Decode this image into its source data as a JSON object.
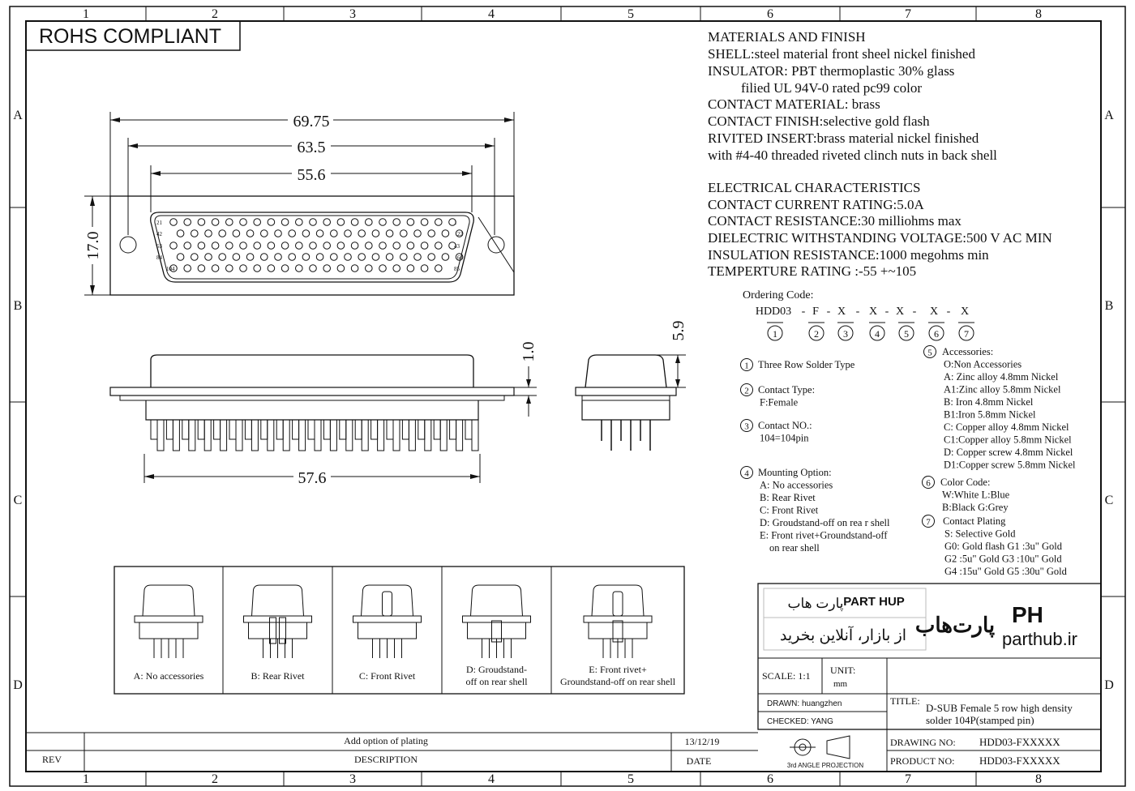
{
  "border": {
    "col_numbers": [
      "1",
      "2",
      "3",
      "4",
      "5",
      "6",
      "7",
      "8"
    ],
    "row_letters": [
      "A",
      "B",
      "C",
      "D"
    ]
  },
  "rohs": "ROHS COMPLIANT",
  "dimensions": {
    "w1": "69.75",
    "w2": "63.5",
    "w3": "55.6",
    "h": "17.0",
    "bottom": "57.6",
    "side1": "1.0",
    "side2": "5.9"
  },
  "pin_labels": [
    "21",
    "42",
    "63",
    "84",
    "104",
    "1",
    "22",
    "43",
    "64",
    "85"
  ],
  "materials": {
    "lines": [
      "MATERIALS AND FINISH",
      "SHELL:steel material front sheel nickel finished",
      "INSULATOR: PBT thermoplastic 30% glass",
      "filied UL 94V-0 rated pc99 color",
      "CONTACT MATERIAL: brass",
      "CONTACT FINISH:selective gold flash",
      "RIVITED INSERT:brass material nickel finished",
      "with #4-40 threaded riveted clinch nuts in back shell"
    ]
  },
  "electrical": {
    "lines": [
      "ELECTRICAL CHARACTERISTICS",
      "CONTACT CURRENT RATING:5.0A",
      "CONTACT RESISTANCE:30 milliohms max",
      "DIELECTRIC WITHSTANDING VOLTAGE:500 V AC MIN",
      "INSULATION RESISTANCE:1000 megohms min",
      "TEMPERTURE RATING :-55      +~105"
    ]
  },
  "ordering": {
    "title": "Ordering Code:",
    "code_parts": [
      "HDD03",
      "-",
      "F",
      "-",
      "X",
      "-",
      "X",
      "-",
      "X",
      "-",
      "X",
      "-",
      "X"
    ],
    "numbers": [
      "1",
      "2",
      "3",
      "4",
      "5",
      "6",
      "7"
    ]
  },
  "options": {
    "o1": {
      "num": "1",
      "lines": [
        "Three Row Solder Type"
      ]
    },
    "o2": {
      "num": "2",
      "lines": [
        "Contact Type:",
        "F:Female"
      ]
    },
    "o3": {
      "num": "3",
      "lines": [
        "Contact NO.:",
        "104=104pin"
      ]
    },
    "o4": {
      "num": "4",
      "lines": [
        "Mounting Option:",
        "A: No accessories",
        "B: Rear Rivet",
        "C: Front Rivet",
        "D: Groudstand-off on rea r shell",
        "E: Front rivet+Groundstand-off",
        "on rear shell"
      ]
    },
    "o5": {
      "num": "5",
      "lines": [
        "Accessories:",
        "O:Non Accessories",
        "A: Zinc alloy 4.8mm Nickel",
        "A1:Zinc alloy 5.8mm Nickel",
        "B: Iron 4.8mm Nickel",
        "B1:Iron 5.8mm Nickel",
        "C: Copper alloy 4.8mm Nickel",
        "C1:Copper alloy 5.8mm Nickel",
        "D: Copper screw 4.8mm Nickel",
        "D1:Copper screw 5.8mm Nickel"
      ]
    },
    "o6": {
      "num": "6",
      "lines": [
        "Color  Code:",
        "W:White  L:Blue",
        "B:Black  G:Grey"
      ]
    },
    "o7": {
      "num": "7",
      "lines": [
        "Contact Plating",
        "S:  Selective Gold",
        "G0: Gold flash  G1  :3u\" Gold",
        "G2  :5u\" Gold   G3 :10u\" Gold",
        "G4 :15u\" Gold   G5 :30u\" Gold"
      ]
    }
  },
  "mounting_panels": [
    {
      "label1": "A: No accessories",
      "label2": ""
    },
    {
      "label1": "B: Rear Rivet",
      "label2": ""
    },
    {
      "label1": "C: Front Rivet",
      "label2": ""
    },
    {
      "label1": "D: Groudstand-",
      "label2": "off on rear shell"
    },
    {
      "label1": "E: Front rivet+",
      "label2": "Groundstand-off on rear shell"
    }
  ],
  "brand": {
    "fa_name": "پارت هاب",
    "en_name": "PART HUP",
    "fa_slogan": "از بازار، آنلاین بخرید",
    "logo_fa": "پارت‌هاب",
    "logo_ph": "PH",
    "site": "parthub.ir",
    "red": "#e0202a",
    "blue": "#1f4aa0"
  },
  "title_block": {
    "scale": "SCALE: 1:1",
    "unit_label": "UNIT:",
    "unit_value": "mm",
    "drawn": "DRAWN:  huangzhen",
    "checked": "CHECKED:  YANG",
    "title_label": "TITLE:",
    "title_line1": "D-SUB Female 5 row high density",
    "title_line2": "solder 104P(stamped pin)",
    "projection": "3rd ANGLE PROJECTION",
    "drawing_no_label": "DRAWING NO:",
    "drawing_no": "HDD03-FXXXXX",
    "product_no_label": "PRODUCT NO:",
    "product_no": "HDD03-FXXXXX"
  },
  "revision": {
    "description": "Add option of plating",
    "date": "13/12/19",
    "rev_label": "REV",
    "desc_label": "DESCRIPTION",
    "date_label": "DATE"
  }
}
